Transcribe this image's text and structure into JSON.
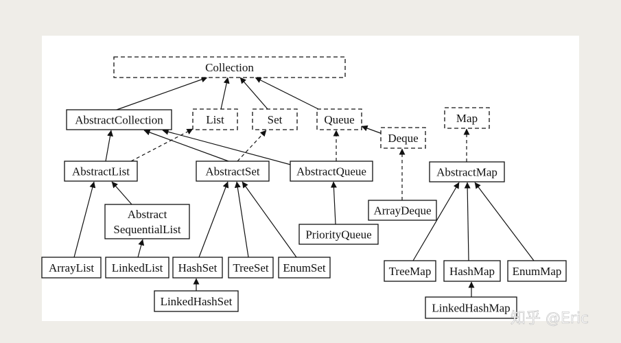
{
  "diagram": {
    "nodes": [
      {
        "id": "collection",
        "label": "Collection",
        "style": "dashed"
      },
      {
        "id": "abstract-collection",
        "label": "AbstractCollection",
        "style": "solid"
      },
      {
        "id": "list",
        "label": "List",
        "style": "dashed"
      },
      {
        "id": "set",
        "label": "Set",
        "style": "dashed"
      },
      {
        "id": "queue",
        "label": "Queue",
        "style": "dashed"
      },
      {
        "id": "deque",
        "label": "Deque",
        "style": "dashed"
      },
      {
        "id": "map",
        "label": "Map",
        "style": "dashed"
      },
      {
        "id": "abstract-list",
        "label": "AbstractList",
        "style": "solid"
      },
      {
        "id": "abstract-set",
        "label": "AbstractSet",
        "style": "solid"
      },
      {
        "id": "abstract-queue",
        "label": "AbstractQueue",
        "style": "solid"
      },
      {
        "id": "abstract-map",
        "label": "AbstractMap",
        "style": "solid"
      },
      {
        "id": "abstract-sequential-list",
        "label": "Abstract\nSequentialList",
        "style": "solid"
      },
      {
        "id": "array-deque",
        "label": "ArrayDeque",
        "style": "solid"
      },
      {
        "id": "priority-queue",
        "label": "PriorityQueue",
        "style": "solid"
      },
      {
        "id": "array-list",
        "label": "ArrayList",
        "style": "solid"
      },
      {
        "id": "linked-list",
        "label": "LinkedList",
        "style": "solid"
      },
      {
        "id": "hash-set",
        "label": "HashSet",
        "style": "solid"
      },
      {
        "id": "tree-set",
        "label": "TreeSet",
        "style": "solid"
      },
      {
        "id": "enum-set",
        "label": "EnumSet",
        "style": "solid"
      },
      {
        "id": "linked-hash-set",
        "label": "LinkedHashSet",
        "style": "solid"
      },
      {
        "id": "tree-map",
        "label": "TreeMap",
        "style": "solid"
      },
      {
        "id": "hash-map",
        "label": "HashMap",
        "style": "solid"
      },
      {
        "id": "enum-map",
        "label": "EnumMap",
        "style": "solid"
      },
      {
        "id": "linked-hash-map",
        "label": "LinkedHashMap",
        "style": "solid"
      }
    ],
    "edges": [
      {
        "from": "abstract-collection",
        "to": "collection",
        "style": "solid"
      },
      {
        "from": "list",
        "to": "collection",
        "style": "solid"
      },
      {
        "from": "set",
        "to": "collection",
        "style": "solid"
      },
      {
        "from": "queue",
        "to": "collection",
        "style": "solid"
      },
      {
        "from": "deque",
        "to": "queue",
        "style": "solid"
      },
      {
        "from": "abstract-list",
        "to": "abstract-collection",
        "style": "solid"
      },
      {
        "from": "abstract-list",
        "to": "list",
        "style": "dashed"
      },
      {
        "from": "abstract-set",
        "to": "abstract-collection",
        "style": "solid"
      },
      {
        "from": "abstract-set",
        "to": "set",
        "style": "dashed"
      },
      {
        "from": "abstract-queue",
        "to": "abstract-collection",
        "style": "solid"
      },
      {
        "from": "abstract-queue",
        "to": "queue",
        "style": "dashed"
      },
      {
        "from": "abstract-map",
        "to": "map",
        "style": "dashed"
      },
      {
        "from": "array-deque",
        "to": "deque",
        "style": "dashed"
      },
      {
        "from": "priority-queue",
        "to": "abstract-queue",
        "style": "solid"
      },
      {
        "from": "abstract-sequential-list",
        "to": "abstract-list",
        "style": "solid"
      },
      {
        "from": "array-list",
        "to": "abstract-list",
        "style": "solid"
      },
      {
        "from": "linked-list",
        "to": "abstract-sequential-list",
        "style": "solid"
      },
      {
        "from": "hash-set",
        "to": "abstract-set",
        "style": "solid"
      },
      {
        "from": "tree-set",
        "to": "abstract-set",
        "style": "solid"
      },
      {
        "from": "enum-set",
        "to": "abstract-set",
        "style": "solid"
      },
      {
        "from": "linked-hash-set",
        "to": "hash-set",
        "style": "solid"
      },
      {
        "from": "tree-map",
        "to": "abstract-map",
        "style": "solid"
      },
      {
        "from": "hash-map",
        "to": "abstract-map",
        "style": "solid"
      },
      {
        "from": "enum-map",
        "to": "abstract-map",
        "style": "solid"
      },
      {
        "from": "linked-hash-map",
        "to": "hash-map",
        "style": "solid"
      }
    ]
  },
  "watermark": "知乎 @Eric",
  "colors": {
    "background": "#efede8",
    "panel": "#ffffff",
    "ink": "#111111",
    "watermark": "#ffffff"
  }
}
